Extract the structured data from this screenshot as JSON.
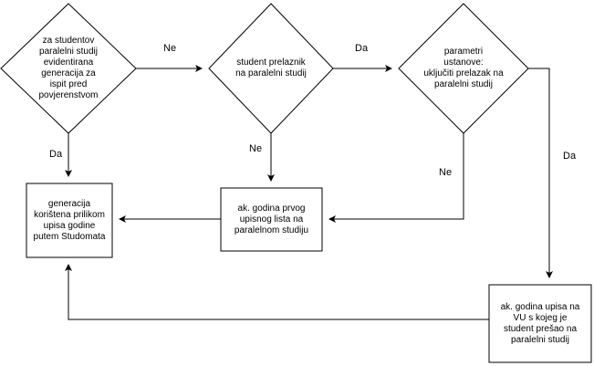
{
  "diagram": {
    "nodes": {
      "d1": "za studentov\nparalelni studij\nevidentirana\ngeneracija za\nispit pred\npovjerenstvom",
      "d2": "student prelaznik\nna paralelni studij",
      "d3": "parametri\nustanove:\nuključiti prelazak na\nparalelni studij",
      "b1": "generacija\nkorištena prilikom\nupisa godine\nputem Studomata",
      "b2": "ak. godina prvog\nupisnog lista na\nparalelnom studiju",
      "b3": "ak. godina upisa na\nVU s kojeg je\nstudent prešao na\nparalelni studij"
    },
    "edges": {
      "d1_d2": "Ne",
      "d2_d3": "Da",
      "d1_b1": "Da",
      "d2_b2": "Ne",
      "d3_b2": "Ne",
      "d3_b3": "Da"
    },
    "colors": {
      "stroke": "#000000",
      "fill": "#ffffff"
    }
  }
}
